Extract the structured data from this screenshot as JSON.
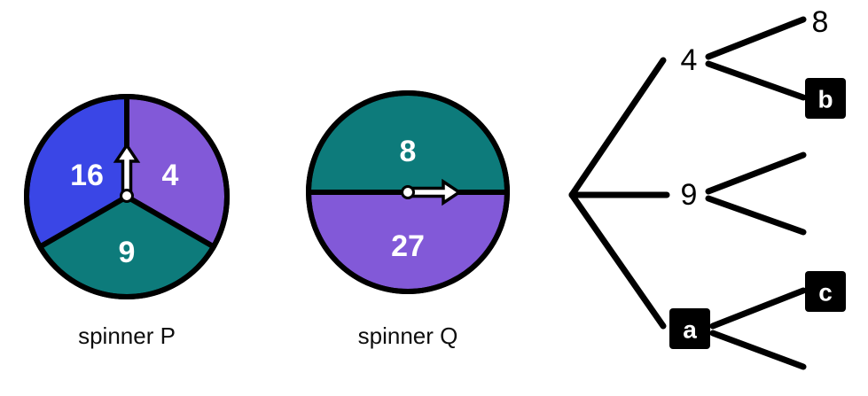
{
  "figure": {
    "background_color": "#ffffff",
    "palette": {
      "blue": "#3a46e6",
      "purple": "#8259d8",
      "teal": "#0d7b7b",
      "outline": "#000000",
      "text_light": "#ffffff",
      "text_dark": "#000000"
    }
  },
  "spinners": [
    {
      "name": "spinner-p",
      "caption": "spinner P",
      "pointer_direction": "up",
      "sectors": [
        {
          "label": "16",
          "color": "#3a46e6",
          "share": "one-third",
          "position": "upper-left"
        },
        {
          "label": "4",
          "color": "#8259d8",
          "share": "one-third",
          "position": "upper-right"
        },
        {
          "label": "9",
          "color": "#0d7b7b",
          "share": "one-third",
          "position": "bottom"
        }
      ]
    },
    {
      "name": "spinner-q",
      "caption": "spinner Q",
      "pointer_direction": "right",
      "sectors": [
        {
          "label": "8",
          "color": "#0d7b7b",
          "share": "one-half",
          "position": "top"
        },
        {
          "label": "27",
          "color": "#8259d8",
          "share": "one-half",
          "position": "bottom"
        }
      ]
    }
  ],
  "tree": {
    "root": {
      "label": "",
      "redacted": false
    },
    "level1": [
      {
        "label": "4",
        "redacted": false
      },
      {
        "label": "9",
        "redacted": false
      },
      {
        "label": "a",
        "redacted": true
      }
    ],
    "level2": [
      {
        "parent": "4",
        "label": "8",
        "redacted": false
      },
      {
        "parent": "4",
        "label": "b",
        "redacted": true
      },
      {
        "parent": "9",
        "label": "",
        "redacted": false
      },
      {
        "parent": "9",
        "label": "",
        "redacted": false
      },
      {
        "parent": "a",
        "label": "c",
        "redacted": true
      },
      {
        "parent": "a",
        "label": "",
        "redacted": false
      }
    ]
  }
}
